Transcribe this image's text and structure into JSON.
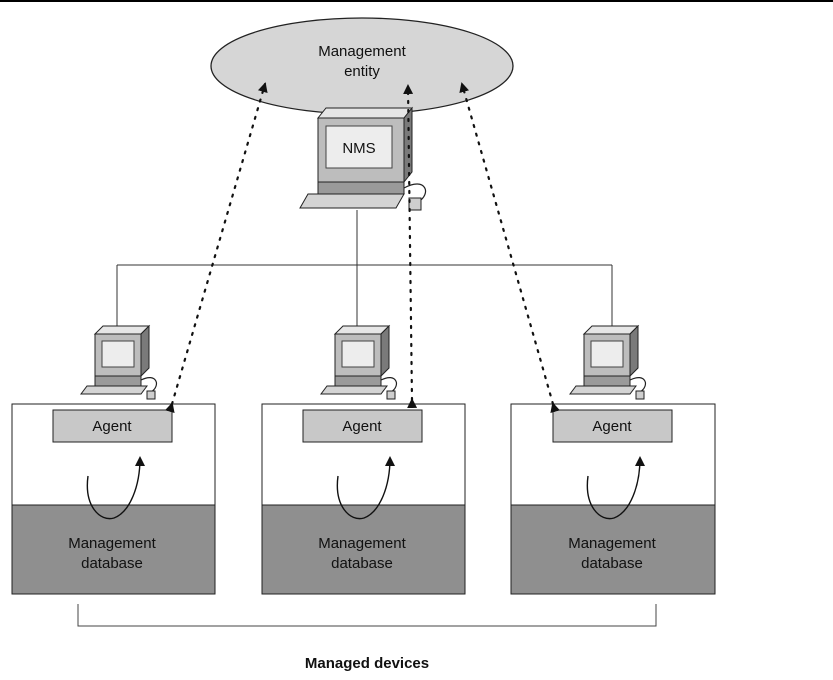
{
  "management_entity": {
    "line1": "Management",
    "line2": "entity"
  },
  "nms": {
    "label": "NMS"
  },
  "devices": [
    {
      "agent": "Agent",
      "db_line1": "Management",
      "db_line2": "database"
    },
    {
      "agent": "Agent",
      "db_line1": "Management",
      "db_line2": "database"
    },
    {
      "agent": "Agent",
      "db_line1": "Management",
      "db_line2": "database"
    }
  ],
  "footer": {
    "label": "Managed devices"
  },
  "colors": {
    "ellipse": "#d6d6d6",
    "database": "#8f8f8f",
    "agent": "#c8c8c8",
    "monitor": "#cfcfcf"
  },
  "icons": {
    "computer": "computer-icon",
    "cycle": "cycle-arrow-icon"
  }
}
